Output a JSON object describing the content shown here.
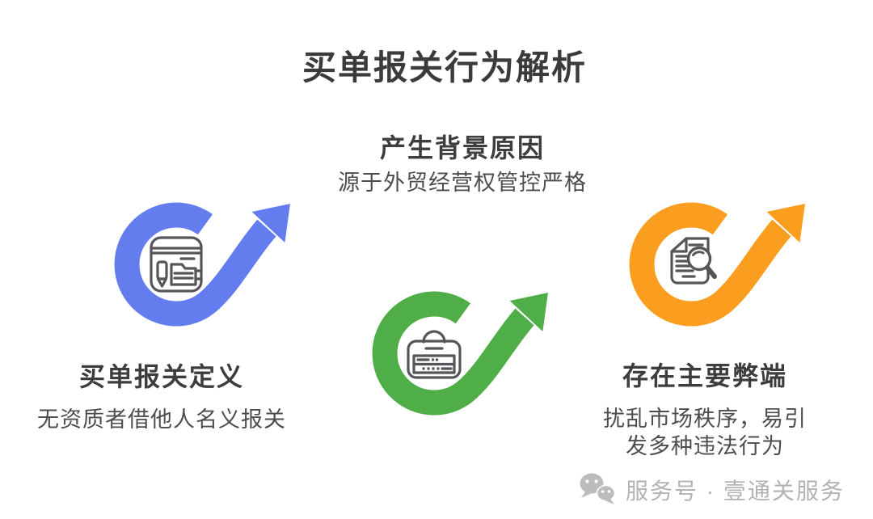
{
  "title": "买单报关行为解析",
  "items": [
    {
      "id": "definition",
      "heading": "买单报关定义",
      "subtitle": "无资质者借他人名义报关",
      "color": "#637CEE",
      "icon": "form-document-icon"
    },
    {
      "id": "background",
      "heading": "产生背景原因",
      "subtitle": "源于外贸经营权管控严格",
      "color": "#4FAE47",
      "icon": "briefcase-icon"
    },
    {
      "id": "drawbacks",
      "heading": "存在主要弊端",
      "subtitle_lines": [
        "扰乱市场秩序，易引",
        "发多种违法行为"
      ],
      "color": "#FB9E20",
      "icon": "document-search-icon"
    }
  ],
  "footer": {
    "text": "服务号 · 壹通关服务",
    "icon": "wechat-icon",
    "color": "#b3b3b3"
  },
  "colors": {
    "title_text": "#3b3b3b",
    "heading_text": "#3d3d3d",
    "subtitle_text": "#4d4d4d",
    "icon_stroke": "#56565a",
    "background": "#ffffff"
  }
}
